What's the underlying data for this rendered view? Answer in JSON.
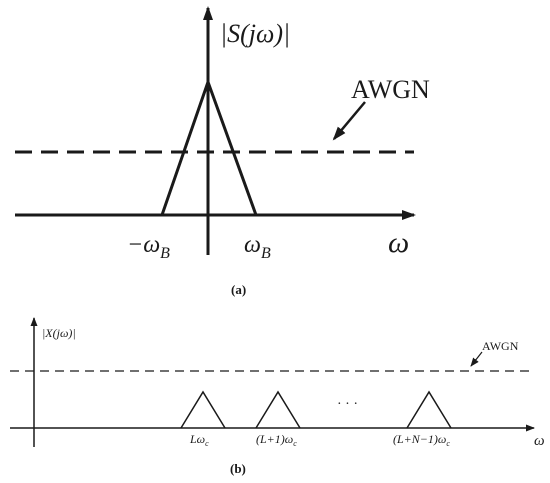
{
  "panel_a": {
    "y_label": "|S(jω)|",
    "x_label": "ω",
    "noise_label": "AWGN",
    "tick_neg": "−ω",
    "tick_neg_sub": "B",
    "tick_pos": "ω",
    "tick_pos_sub": "B",
    "caption": "(a)"
  },
  "panel_b": {
    "y_label": "|X(jω)|",
    "x_label": "ω",
    "noise_label": "AWGN",
    "ticks": [
      {
        "main": "Lω",
        "sub": "c"
      },
      {
        "main": "(L+1)ω",
        "sub": "c"
      },
      {
        "main": "(L+N−1)ω",
        "sub": "c"
      }
    ],
    "ellipsis": "· · ·",
    "caption": "(b)"
  },
  "colors": {
    "ink": "#1a1a1a"
  }
}
